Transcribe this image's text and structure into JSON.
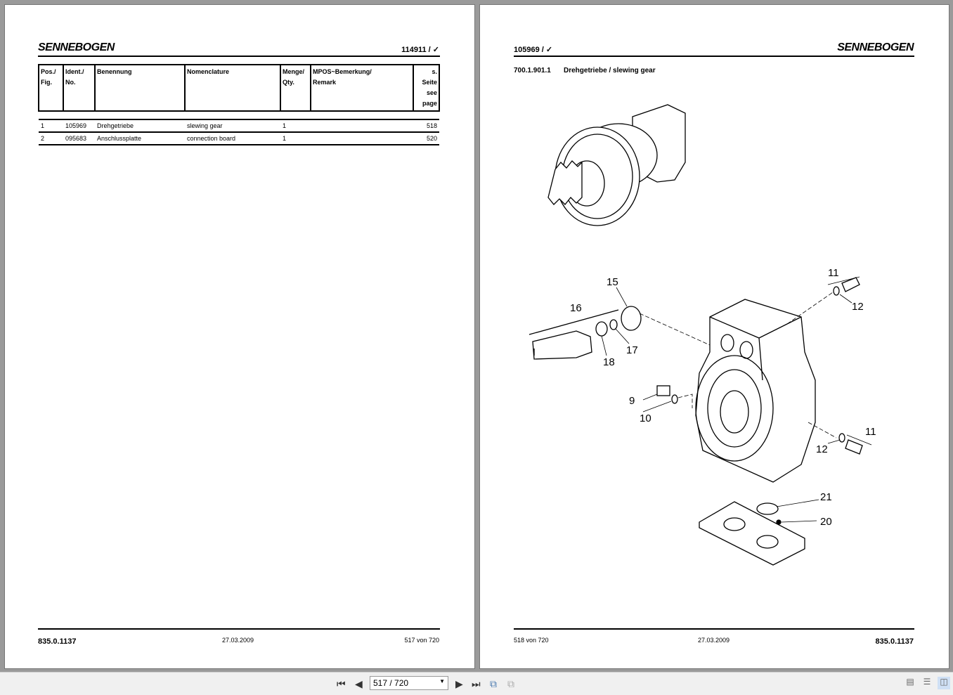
{
  "left_page": {
    "logo": "SENNEBOGEN",
    "doc_ref": "114911 / ✓",
    "table": {
      "headers": [
        {
          "line1": "Pos./",
          "line2": "Fig."
        },
        {
          "line1": "Ident./",
          "line2": "No."
        },
        {
          "line1": "Benennung",
          "line2": ""
        },
        {
          "line1": "Nomenclature",
          "line2": ""
        },
        {
          "line1": "Menge/",
          "line2": "Qty."
        },
        {
          "line1": "MPOS~Bemerkung/",
          "line2": "Remark"
        },
        {
          "line1": "s. Seite",
          "line2": "see page"
        }
      ],
      "rows": [
        {
          "pos": "1",
          "ident": "105969",
          "benennung": "Drehgetriebe",
          "nomenclature": "slewing gear",
          "qty": "1",
          "remark": "",
          "page": "518"
        },
        {
          "pos": "2",
          "ident": "095683",
          "benennung": "Anschlussplatte",
          "nomenclature": "connection board",
          "qty": "1",
          "remark": "",
          "page": "520"
        }
      ]
    },
    "footer": {
      "doc": "835.0.1137",
      "date": "27.03.2009",
      "page": "517 von 720"
    }
  },
  "right_page": {
    "logo": "SENNEBOGEN",
    "doc_ref": "105969 / ✓",
    "subtitle_code": "700.1.901.1",
    "subtitle_text": "Drehgetriebe / slewing gear",
    "callouts": [
      "15",
      "16",
      "17",
      "18",
      "9",
      "10",
      "11",
      "12",
      "11",
      "12",
      "21",
      "20"
    ],
    "footer": {
      "page": "518 von 720",
      "date": "27.03.2009",
      "doc": "835.0.1137"
    }
  },
  "toolbar": {
    "page_field": "517 / 720"
  }
}
